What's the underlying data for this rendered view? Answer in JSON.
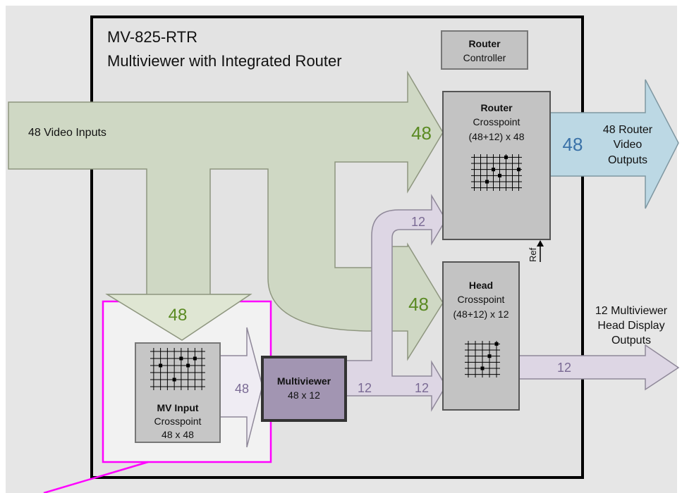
{
  "title": {
    "line1": "MV-825-RTR",
    "line2": "Multiviewer with Integrated Router"
  },
  "router_controller": {
    "line1": "Router",
    "line2": "Controller"
  },
  "video_inputs": {
    "label": "48 Video Inputs",
    "count_at_router": "48",
    "count_at_head": "48",
    "count_at_mv_input": "48"
  },
  "router_crosspoint": {
    "name": "Router",
    "sub": "Crosspoint",
    "size": "(48+12) x 48"
  },
  "router_outputs": {
    "count": "48",
    "line1": "48 Router",
    "line2": "Video",
    "line3": "Outputs"
  },
  "head_crosspoint": {
    "name": "Head",
    "sub": "Crosspoint",
    "size": "(48+12) x 12"
  },
  "head_outputs": {
    "count": "12",
    "line1": "12 Multiviewer",
    "line2": "Head Display",
    "line3": "Outputs"
  },
  "ref_label": "Ref",
  "mv_input": {
    "name": "MV Input",
    "sub": "Crosspoint",
    "size": "48 x 48",
    "out_count": "48"
  },
  "multiviewer": {
    "name": "Multiviewer",
    "size": "48 x 12"
  },
  "feedback": {
    "mv_out": "12",
    "to_head": "12",
    "to_router": "12"
  },
  "colors": {
    "background": "#e6e6e6",
    "green_arrow": "#cfd8c4",
    "green_text": "#5a8a22",
    "blue_arrow": "#bcd8e4",
    "blue_text": "#3a72a8",
    "purple_arrow": "#ddd6e4",
    "purple_text": "#7a6a94",
    "box_gray": "#c3c3c3",
    "multiviewer_box": "#a295b2",
    "highlight": "#ff00ff"
  }
}
